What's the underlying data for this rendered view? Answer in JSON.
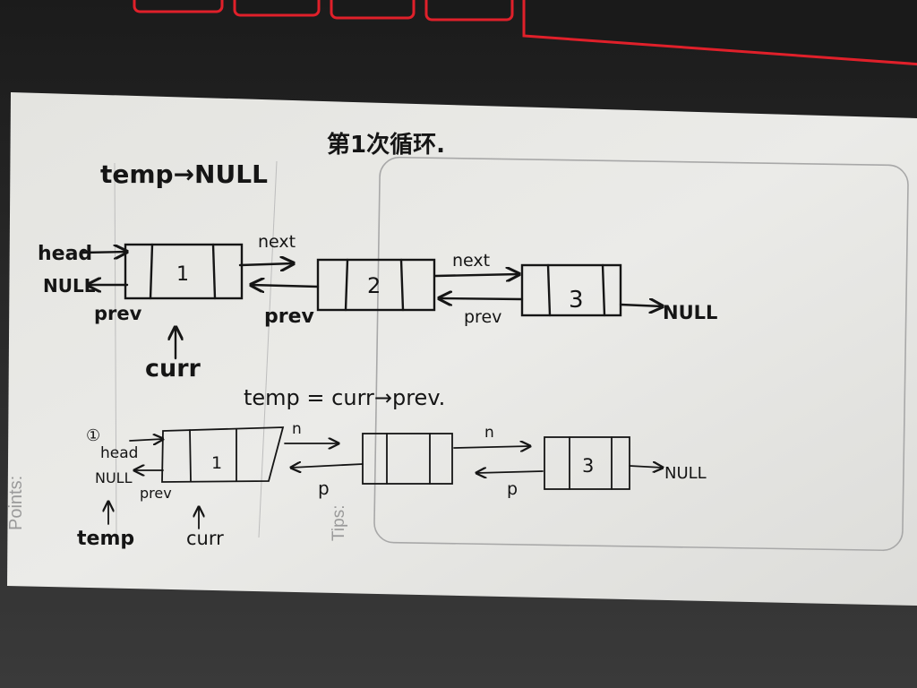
{
  "printed_card": {
    "points_label": "Points:",
    "tips_label": "Tips:"
  },
  "heading": "第1次循环.",
  "top_diagram": {
    "temp_label": "temp→NULL",
    "head_label": "head",
    "null_left": "NULL",
    "prev_label": "prev",
    "next_label": "next",
    "node_values": [
      "1",
      "2",
      "3"
    ],
    "null_right": "NULL",
    "curr_label": "curr"
  },
  "formula": "temp = curr→prev.",
  "bottom_diagram": {
    "step_marker": "①",
    "head_label": "head",
    "null_left": "NULL",
    "prev_label": "prev",
    "n_label": "n",
    "p_label": "p",
    "node_values": [
      "1",
      "",
      "3"
    ],
    "null_right": "NULL",
    "temp_label": "temp",
    "curr_label": "curr"
  },
  "colors": {
    "paper": "#e9e9e6",
    "ink": "#151515",
    "printed_gray": "#9a9a9a",
    "keyboard_red": "#e0202a",
    "background": "#2a2a2a"
  }
}
